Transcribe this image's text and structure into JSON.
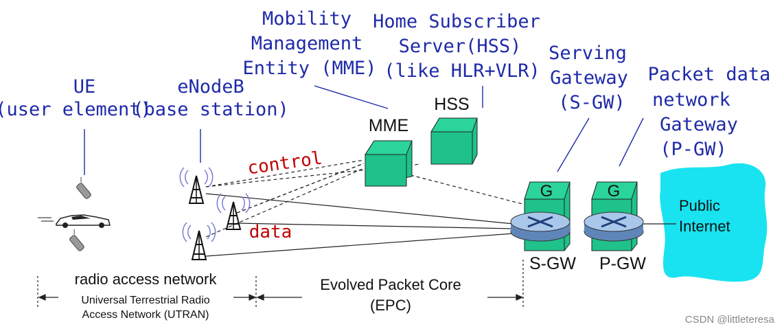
{
  "labels": {
    "ue_line1": "UE",
    "ue_line2": "(user element)",
    "enb_line1": "eNodeB",
    "enb_line2": "(base station)",
    "mme_desc_1": "Mobility",
    "mme_desc_2": "Management",
    "mme_desc_3": "Entity (MME)",
    "hss_desc_1": "Home Subscriber",
    "hss_desc_2": "Server(HSS)",
    "hss_desc_3": "(like HLR+VLR)",
    "sgw_desc_1": "Serving",
    "sgw_desc_2": "Gateway",
    "sgw_desc_3": "(S-GW)",
    "pgw_desc_1": "Packet data",
    "pgw_desc_2": "network",
    "pgw_desc_3": "Gateway",
    "pgw_desc_4": "(P-GW)",
    "mme_box": "MME",
    "hss_box": "HSS",
    "g_sgw": "G",
    "g_pgw": "G",
    "sgw_bottom": "S-GW",
    "pgw_bottom": "P-GW",
    "control": "control",
    "data": "data",
    "internet_1": "Public",
    "internet_2": "Internet",
    "ran_title": "radio access network",
    "utran_1": "Universal Terrestrial Radio",
    "utran_2": "Access Network (UTRAN)",
    "epc_1": "Evolved Packet Core",
    "epc_2": "(EPC)",
    "watermark": "CSDN @littleteresa"
  },
  "colors": {
    "annotation_blue": "#1f2aa8",
    "building_green": "#1ec28a",
    "internet_cyan": "#19e3f0",
    "router_blue": "#8fb6e0",
    "control_red": "#c00000"
  },
  "icons": [
    "phone-icon",
    "car-icon",
    "cell-tower-icon",
    "building-icon",
    "router-icon",
    "cloud-icon"
  ]
}
